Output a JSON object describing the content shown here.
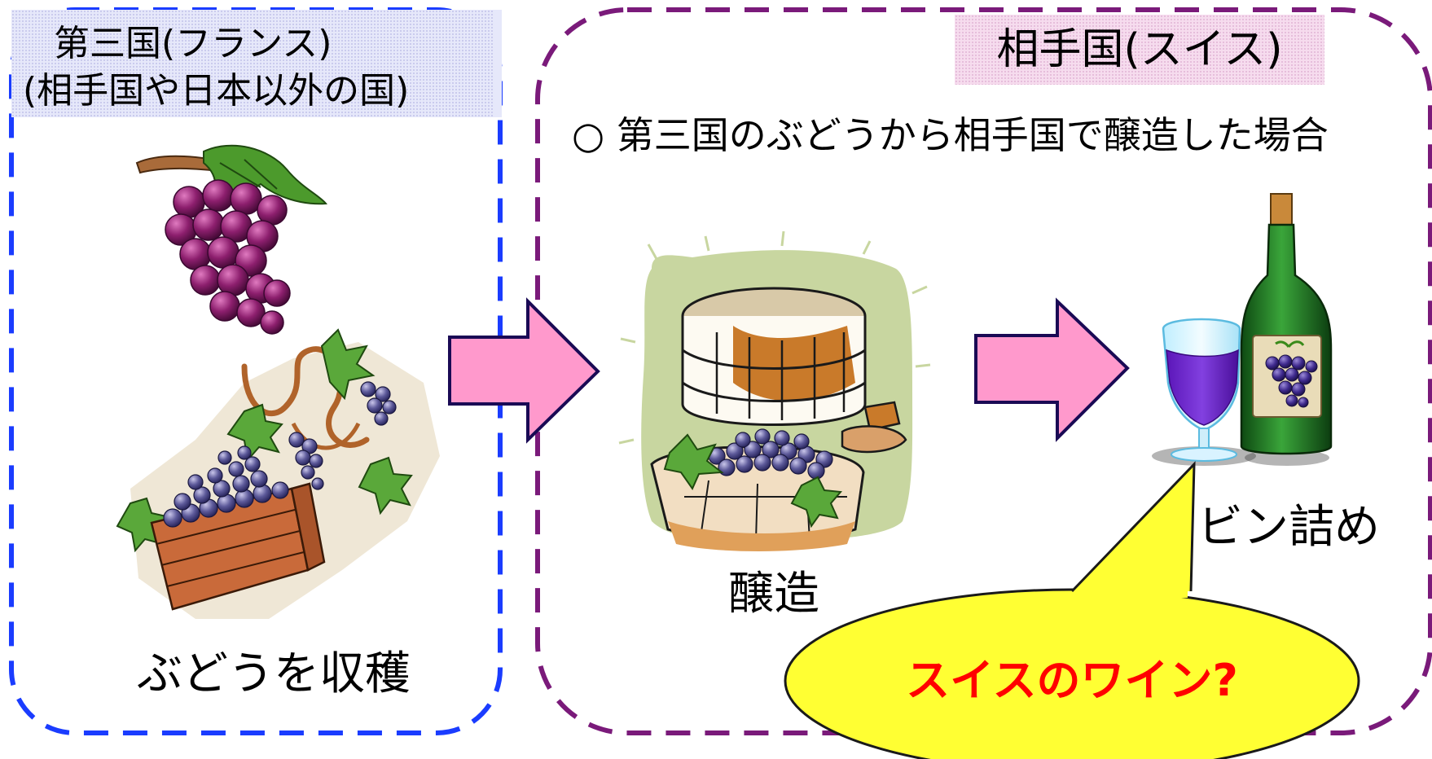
{
  "left_region": {
    "title_line1": "第三国(フランス)",
    "title_line2": "(相手国や日本以外の国)",
    "caption": "ぶどうを収穫",
    "border_color": "#1a3cff"
  },
  "right_region": {
    "title": "相手国(スイス)",
    "scenario": "○ 第三国のぶどうから相手国で醸造した場合",
    "brewing_caption": "醸造",
    "bottling_caption": "ビン詰め",
    "border_color": "#7a1a7a"
  },
  "speech_bubble": {
    "text": "スイスのワイン?",
    "fill_color": "#ffff33",
    "text_color": "#ff0000"
  },
  "arrows": {
    "fill_color": "#ff99cc",
    "stroke_color": "#1a0a55"
  },
  "icons": {
    "grape": "grape-bunch-icon",
    "harvest": "grape-vine-crate-icon",
    "barrel": "wine-barrel-icon",
    "glass": "wine-glass-icon",
    "bottle": "wine-bottle-icon"
  }
}
